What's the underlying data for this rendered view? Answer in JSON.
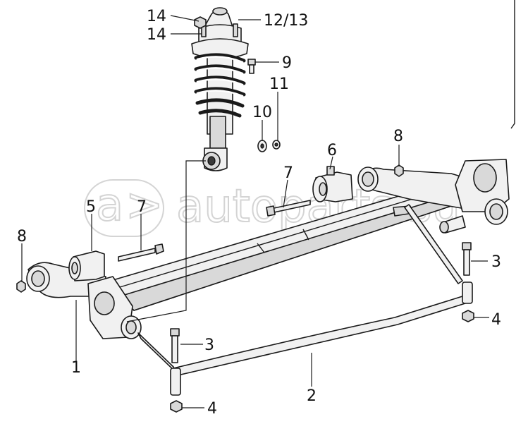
{
  "diagram": {
    "watermark": "autoparts.su",
    "callouts": [
      {
        "id": "c14a",
        "text": "14"
      },
      {
        "id": "c14b",
        "text": "14"
      },
      {
        "id": "c1213",
        "text": "12/13"
      },
      {
        "id": "c9",
        "text": "9"
      },
      {
        "id": "c11",
        "text": "11"
      },
      {
        "id": "c10",
        "text": "10"
      },
      {
        "id": "c8r",
        "text": "8"
      },
      {
        "id": "c6",
        "text": "6"
      },
      {
        "id": "c7r",
        "text": "7"
      },
      {
        "id": "c5",
        "text": "5"
      },
      {
        "id": "c7l",
        "text": "7"
      },
      {
        "id": "c8l",
        "text": "8"
      },
      {
        "id": "c3r",
        "text": "3"
      },
      {
        "id": "c4r",
        "text": "4"
      },
      {
        "id": "c3l",
        "text": "3"
      },
      {
        "id": "c1",
        "text": "1"
      },
      {
        "id": "c2",
        "text": "2"
      },
      {
        "id": "c4l",
        "text": "4"
      }
    ],
    "icons": [
      "shock-absorber-icon",
      "coil-spring-icon",
      "torsion-beam-icon",
      "stabilizer-bar-icon",
      "bushing-icon",
      "bolt-icon",
      "nut-icon",
      "washer-icon"
    ]
  }
}
